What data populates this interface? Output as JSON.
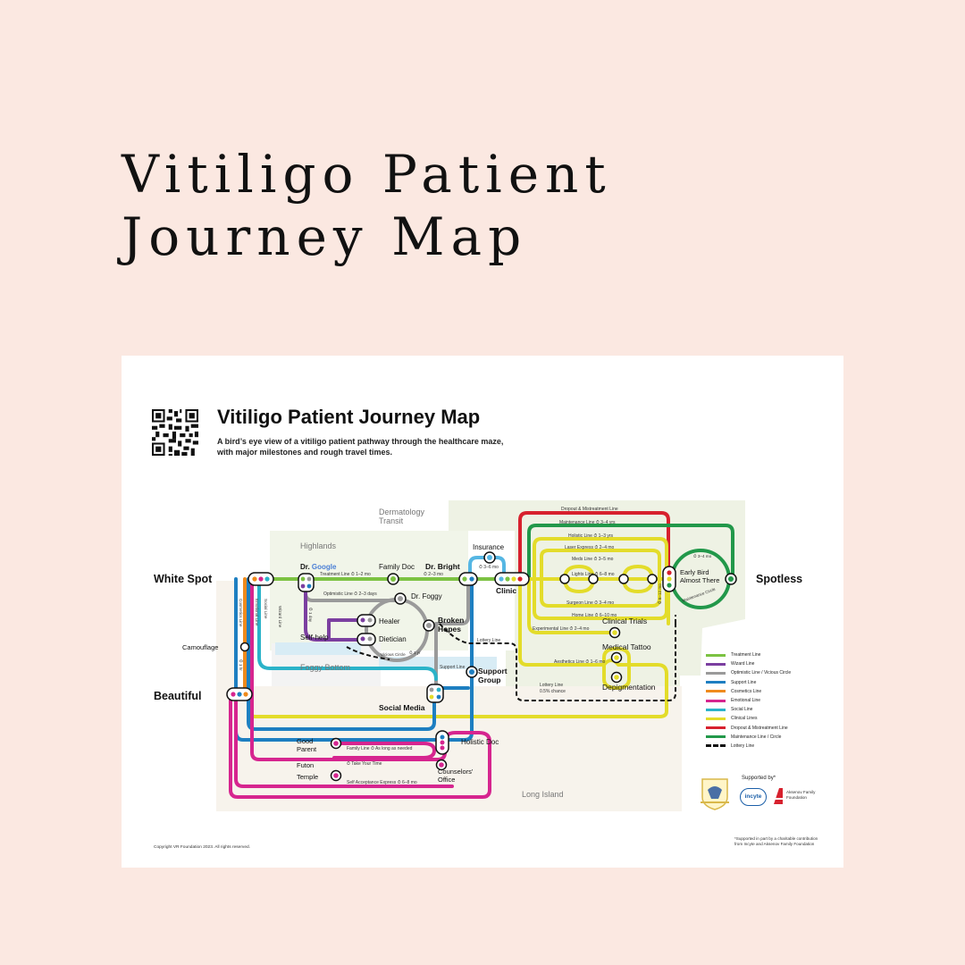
{
  "headline": {
    "line1": "Vitiligo Patient",
    "line2": "Journey Map"
  },
  "poster": {
    "title": "Vitiligo Patient Journey Map",
    "subtitle_line1": "A bird’s eye view of a vitiligo patient pathway through the healthcare maze,",
    "subtitle_line2": "with major milestones and rough travel times."
  },
  "regions": {
    "dermatology_transit_1": "Dermatology",
    "dermatology_transit_2": "Transit",
    "highlands": "Highlands",
    "foggy_bottom": "Foggy Bottom",
    "long_island": "Long Island"
  },
  "stations": {
    "white_spot": "White Spot",
    "spotless": "Spotless",
    "beautiful": "Beautiful",
    "camouflage": "Camouflage",
    "dr_google_prefix": "Dr. ",
    "dr_google": "Google",
    "family_doc": "Family Doc",
    "dr_bright": "Dr. Bright",
    "insurance": "Insurance",
    "clinic": "Clinic",
    "dr_foggy": "Dr. Foggy",
    "healer": "Healer",
    "dietician": "Dietician",
    "self_help": "Self-help",
    "broken_hopes_1": "Broken",
    "broken_hopes_2": "Hopes",
    "support_group_1": "Support",
    "support_group_2": "Group",
    "social_media": "Social Media",
    "good_parent_1": "Good",
    "good_parent_2": "Parent",
    "futon_temple_1": "Futon",
    "futon_temple_2": "Temple",
    "holistic_doc": "Holistic Doc",
    "counselors_office_1": "Counselors'",
    "counselors_office_2": "Office",
    "clinical_trials": "Clinical Trials",
    "medical_tattoo": "Medical Tattoo",
    "depigmentation": "Depigmentation",
    "early_bird_1": "Early Bird",
    "early_bird_2": "Almost There"
  },
  "line_labels": {
    "treatment": "Treatment Line  ⏱ 1–2 mo",
    "treatment_2": "⏱ 2–3 mo",
    "optimistic": "Optimistic Line  ⏱ 2–3 days",
    "insurance_time": "⏱ 3–6 mo",
    "dropout": "Dropout & Mistreatment Line",
    "maintenance": "Maintenance Line  ⏱ 3–4 yrs",
    "holistic": "Holistic Line  ⏱ 1–3 yrs",
    "laser": "Laser Express  ⏱ 2–4 mo",
    "meds": "Meds Line  ⏱ 3–5 mo",
    "lights": "Lights Line  ⏱ 6–8 mo",
    "surgeon": "Surgeon Line  ⏱ 3–4 mo",
    "home": "Home Line  ⏱ 6–10 mo",
    "experimental": "Experimental Line  ⏱ 2–4 mo",
    "aesthetics": "Aesthetics Line  ⏱ 1–6 mo",
    "lottery": "Lottery Line",
    "lottery_chance_1": "Lottery Line",
    "lottery_chance_2": "0.5% chance",
    "support": "Support Line",
    "family": "Family Line  ⏱ As long as needed",
    "take_your_time": "⏱ Take Your Time",
    "self_acceptance": "Self Acceptance Express  ⏱ 6–8 mo",
    "wizard": "Wizard Line",
    "one_day": "⏱ 1 day",
    "vicious": "Vicious Circle",
    "one_yr": "⏱ 1 yr",
    "cosmetics": "Cosmetics Line",
    "emotional": "Emotional Line",
    "social": "Social Line",
    "one_hr": "⏱ 1 hr",
    "maintenance_circle": "Maintenance Circle",
    "early_time": "⏱ 3–4 mo",
    "six_twelve": "⏱ 6–12 mo"
  },
  "legend": [
    {
      "label": "Treatment Line",
      "color": "#7cc242"
    },
    {
      "label": "Wizard Line",
      "color": "#7b3fa0"
    },
    {
      "label": "Optimistic Line / Vicious Circle",
      "color": "#9a9a9a"
    },
    {
      "label": "Support Line",
      "color": "#1e7fc1"
    },
    {
      "label": "Cosmetics Line",
      "color": "#ef8a1c"
    },
    {
      "label": "Emotional Line",
      "color": "#d6258f"
    },
    {
      "label": "Social Line",
      "color": "#2bb3c9"
    },
    {
      "label": "Clinical Lines",
      "color": "#e3dc2a"
    },
    {
      "label": "Dropout & Mistreatment Line",
      "color": "#d7212e"
    },
    {
      "label": "Maintenance Line / Circle",
      "color": "#22984a"
    },
    {
      "label": "Lottery Line",
      "color": "#111111",
      "dashed": true
    }
  ],
  "supporters": {
    "heading": "Supported by*",
    "incyte": "incyte",
    "aksenov": "Aksenov Family Foundation",
    "footnote": "*Supported in part by a charitable contribution from Incyte and Aksenov Family Foundation"
  },
  "copyright": "Copyright VR Foundation 2023. All rights reserved."
}
